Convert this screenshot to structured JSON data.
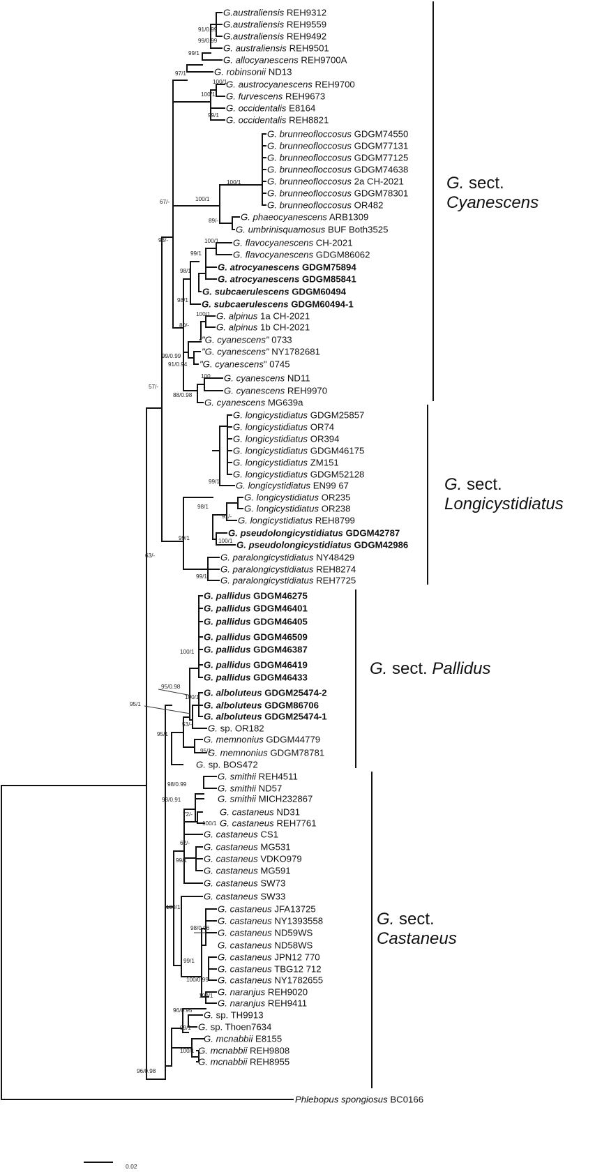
{
  "tips": [
    {
      "g": "G.",
      "e": "australiensis",
      "v": " REH9312",
      "b": false
    },
    {
      "g": "G.",
      "e": "australiensis",
      "v": " REH9559",
      "b": false
    },
    {
      "g": "G.",
      "e": "australiensis",
      "v": " REH9492",
      "b": false
    },
    {
      "g": "G. ",
      "e": "australiensis",
      "v": " REH9501",
      "b": false
    },
    {
      "g": "G. ",
      "e": "allocyanescens",
      "v": " REH9700A",
      "b": false
    },
    {
      "g": "G. ",
      "e": "robinsonii",
      "v": " ND13",
      "b": false
    },
    {
      "g": "G. ",
      "e": "austrocyanescens",
      "v": " REH9700",
      "b": false
    },
    {
      "g": "G. ",
      "e": "furvescens",
      "v": " REH9673",
      "b": false
    },
    {
      "g": "G. ",
      "e": "occidentalis",
      "v": " E8164",
      "b": false
    },
    {
      "g": "G. ",
      "e": "occidentalis",
      "v": " REH8821",
      "b": false
    },
    {
      "g": "G. ",
      "e": "brunneofloccosus",
      "v": " GDGM74550",
      "b": false
    },
    {
      "g": "G. ",
      "e": "brunneofloccosus",
      "v": " GDGM77131",
      "b": false
    },
    {
      "g": "G. ",
      "e": "brunneofloccosus",
      "v": " GDGM77125",
      "b": false
    },
    {
      "g": "G. ",
      "e": "brunneofloccosus",
      "v": " GDGM74638",
      "b": false
    },
    {
      "g": "G. ",
      "e": "brunneofloccosus",
      "v": " 2a CH-2021",
      "b": false
    },
    {
      "g": "G. ",
      "e": "brunneofloccosus",
      "v": " GDGM78301",
      "b": false
    },
    {
      "g": "G. ",
      "e": "brunneofloccosus",
      "v": " OR482",
      "b": false
    },
    {
      "g": "G. ",
      "e": "phaeocyanescens",
      "v": " ARB1309",
      "b": false
    },
    {
      "g": "G. ",
      "e": "umbrinisquamosus",
      "v": " BUF Both3525",
      "b": false
    },
    {
      "g": "G. ",
      "e": "flavocyanescens",
      "v": " CH-2021",
      "b": false
    },
    {
      "g": "G. ",
      "e": "flavocyanescens",
      "v": " GDGM86062",
      "b": false
    },
    {
      "g": "G. ",
      "e": "atrocyanescens",
      "v": " GDGM75894",
      "b": true
    },
    {
      "g": "G. ",
      "e": "atrocyanescens",
      "v": " GDGM85841",
      "b": true
    },
    {
      "g": "G.  ",
      "e": "subcaerulescens",
      "v": " GDGM60494",
      "b": true
    },
    {
      "g": "G. ",
      "e": "subcaerulescens",
      "v": " GDGM60494-1",
      "b": true
    },
    {
      "g": "G.  ",
      "e": "alpinus",
      "v": "  1a  CH-2021",
      "b": false
    },
    {
      "g": "G.  ",
      "e": "alpinus",
      "v": "  1b  CH-2021",
      "b": false
    },
    {
      "g": "\"G. ",
      "e": "cyanescens\"",
      "v": " 0733",
      "b": false
    },
    {
      "g": "\"G. ",
      "e": "cyanescens\"",
      "v": " NY1782681",
      "b": false
    },
    {
      "g": "\"G. ",
      "e": "cyanescens",
      "v": "\" 0745",
      "b": false
    },
    {
      "g": "G. ",
      "e": "cyanescens",
      "v": " ND11",
      "b": false
    },
    {
      "g": "G. ",
      "e": "cyanescens",
      "v": " REH9970",
      "b": false
    },
    {
      "g": "G. ",
      "e": "cyanescens",
      "v": " MG639a",
      "b": false
    },
    {
      "g": "G. ",
      "e": "longicystidiatus",
      "v": " GDGM25857",
      "b": false
    },
    {
      "g": "G. ",
      "e": "longicystidiatus",
      "v": " OR74",
      "b": false
    },
    {
      "g": "G. ",
      "e": "longicystidiatus",
      "v": " OR394",
      "b": false
    },
    {
      "g": "G. ",
      "e": "longicystidiatus",
      "v": " GDGM46175",
      "b": false
    },
    {
      "g": "G. ",
      "e": "longicystidiatus",
      "v": " ZM151",
      "b": false
    },
    {
      "g": "G. ",
      "e": "longicystidiatus",
      "v": " GDGM52128",
      "b": false
    },
    {
      "g": "G. ",
      "e": "longicystidiatus",
      "v": " EN99 67",
      "b": false
    },
    {
      "g": "G.  ",
      "e": "longicystidiatus",
      "v": "  OR235",
      "b": false
    },
    {
      "g": "G.  ",
      "e": "longicystidiatus",
      "v": "  OR238",
      "b": false
    },
    {
      "g": "G. ",
      "e": "longicystidiatus",
      "v": " REH8799",
      "b": false
    },
    {
      "g": "G. ",
      "e": "pseudolongicystidiatus",
      "v": " GDGM42787",
      "b": true
    },
    {
      "g": "G. ",
      "e": "pseudolongicystidiatus",
      "v": " GDGM42986",
      "b": true
    },
    {
      "g": "G. ",
      "e": "paralongicystidiatus",
      "v": " NY48429",
      "b": false
    },
    {
      "g": "G. ",
      "e": "paralongicystidiatus",
      "v": " REH8274",
      "b": false
    },
    {
      "g": "G. ",
      "e": "paralongicystidiatus",
      "v": " REH7725",
      "b": false
    },
    {
      "g": "G. ",
      "e": "pallidus",
      "v": " GDGM46275",
      "b": true
    },
    {
      "g": "G. ",
      "e": "pallidus",
      "v": " GDGM46401",
      "b": true
    },
    {
      "g": "G. ",
      "e": "pallidus",
      "v": " GDGM46405",
      "b": true
    },
    {
      "g": "G. ",
      "e": "pallidus",
      "v": " GDGM46509",
      "b": true
    },
    {
      "g": "G. ",
      "e": "pallidus",
      "v": " GDGM46387",
      "b": true
    },
    {
      "g": "G. ",
      "e": "pallidus",
      "v": " GDGM46419",
      "b": true
    },
    {
      "g": "G. ",
      "e": "pallidus",
      "v": " GDGM46433",
      "b": true
    },
    {
      "g": "G. ",
      "e": "alboluteus",
      "v": " GDGM25474-2",
      "b": true
    },
    {
      "g": "G. ",
      "e": "alboluteus",
      "v": " GDGM86706",
      "b": true
    },
    {
      "g": "G. ",
      "e": "alboluteus",
      "v": " GDGM25474-1",
      "b": true
    },
    {
      "g": "G. ",
      "e": "",
      "v": "sp. OR182",
      "b": false
    },
    {
      "g": "G. ",
      "e": "memnonius",
      "v": " GDGM44779",
      "b": false
    },
    {
      "g": "G. ",
      "e": "memnonius",
      "v": " GDGM78781",
      "b": false
    },
    {
      "g": "G. ",
      "e": "",
      "v": "sp. BOS472",
      "b": false
    },
    {
      "g": "G. ",
      "e": "smithii",
      "v": " REH4511",
      "b": false
    },
    {
      "g": "G. ",
      "e": "smithii",
      "v": " ND57",
      "b": false
    },
    {
      "g": "G. ",
      "e": "smithii",
      "v": " MICH232867",
      "b": false
    },
    {
      "g": "G. ",
      "e": "castaneus",
      "v": " ND31",
      "b": false
    },
    {
      "g": "G. ",
      "e": "castaneus",
      "v": " REH7761",
      "b": false
    },
    {
      "g": "G. ",
      "e": "castaneus",
      "v": " CS1",
      "b": false
    },
    {
      "g": "G. ",
      "e": "castaneus",
      "v": " MG531",
      "b": false
    },
    {
      "g": "G. ",
      "e": "castaneus",
      "v": " VDKO979",
      "b": false
    },
    {
      "g": "G. ",
      "e": "castaneus",
      "v": " MG591",
      "b": false
    },
    {
      "g": "G. ",
      "e": "castaneus",
      "v": " SW73",
      "b": false
    },
    {
      "g": "G. ",
      "e": "castaneus",
      "v": " SW33",
      "b": false
    },
    {
      "g": "G. ",
      "e": "castaneus",
      "v": " JFA13725",
      "b": false
    },
    {
      "g": "G. ",
      "e": "castaneus",
      "v": " NY1393558",
      "b": false
    },
    {
      "g": "G. ",
      "e": "castaneus",
      "v": " ND59WS",
      "b": false
    },
    {
      "g": "G. ",
      "e": "castaneus",
      "v": " ND58WS",
      "b": false
    },
    {
      "g": "G. ",
      "e": "castaneus",
      "v": " JPN12  770",
      "b": false
    },
    {
      "g": "G. ",
      "e": "castaneus",
      "v": " TBG12  712",
      "b": false
    },
    {
      "g": "G. ",
      "e": "castaneus",
      "v": " NY1782655",
      "b": false
    },
    {
      "g": "G. ",
      "e": "naranjus",
      "v": " REH9020",
      "b": false
    },
    {
      "g": "G. ",
      "e": "naranjus",
      "v": " REH9411",
      "b": false
    },
    {
      "g": "G. ",
      "e": "",
      "v": "sp. TH9913",
      "b": false
    },
    {
      "g": "G. ",
      "e": "",
      "v": "sp. Thoen7634",
      "b": false
    },
    {
      "g": "G. ",
      "e": "mcnabbii",
      "v": " E8155",
      "b": false
    },
    {
      "g": "G. ",
      "e": "mcnabbii",
      "v": " REH9808",
      "b": false
    },
    {
      "g": "G. ",
      "e": "mcnabbii",
      "v": " REH8955",
      "b": false
    },
    {
      "g": "",
      "e": "Phlebopus spongiosus",
      "v": " BC0166",
      "b": false
    }
  ],
  "support": [
    "91/0.99",
    "99/0.99",
    "99/1",
    "97/1",
    "100/1",
    "100/1",
    "99/1",
    "100/1",
    "100/1",
    "67/-",
    "89/-",
    "100/1",
    "99/1",
    "98/1",
    "98/1",
    "93/-",
    "100/1",
    "80/-",
    "99/0.99",
    "91/0.94",
    "100",
    "88/0.98",
    "57/-",
    "99/1",
    "98/1",
    "91/-",
    "100/1",
    "99/1",
    "99/1",
    "63/-",
    "100/1",
    "95/0.98",
    "100/1",
    "95/1",
    "53/-",
    "95/1",
    "95/1",
    "98/0.99",
    "93/0.91",
    "72/-",
    "100/1",
    "62/-",
    "99/1",
    "100/1",
    "98/0.96",
    "99/1",
    "100/0.99",
    "100/1",
    "96/0.95",
    "99/1",
    "96/0.98",
    "100/1"
  ],
  "sections": [
    {
      "g": "G.",
      "line1": " sect.",
      "line2": "Cyanescens"
    },
    {
      "g": "G.",
      "line1": " sect.",
      "line2": "Longicystidiatus"
    },
    {
      "g": "G.",
      "line1": " sect. ",
      "line2": "Pallidus"
    },
    {
      "g": "G.",
      "line1": " sect.",
      "line2": "Castaneus"
    }
  ],
  "scale_label": "0.02"
}
